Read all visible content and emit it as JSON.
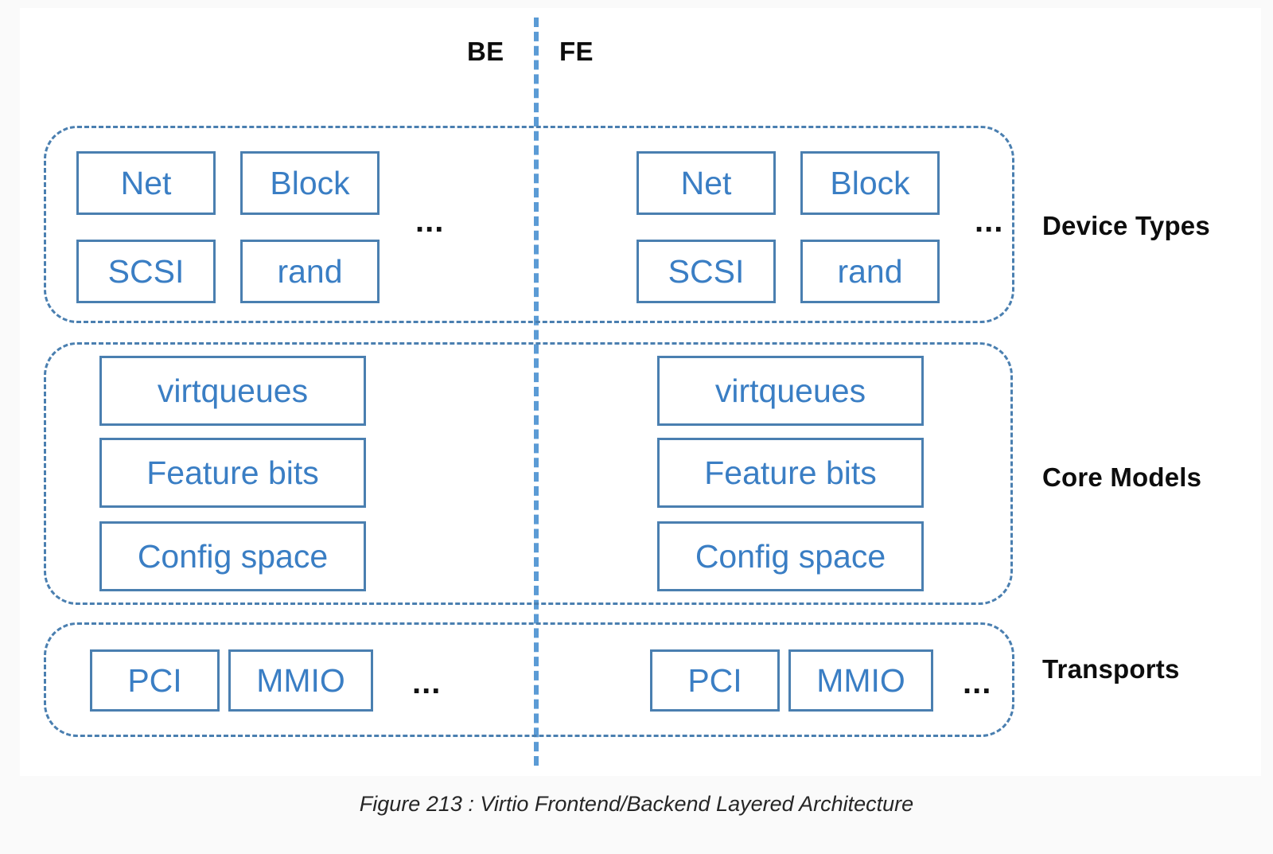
{
  "sides": {
    "backend_label": "BE",
    "frontend_label": "FE"
  },
  "layers": [
    {
      "id": "device-types",
      "title": "Device Types",
      "backend_boxes": [
        "Net",
        "Block",
        "SCSI",
        "rand"
      ],
      "frontend_boxes": [
        "Net",
        "Block",
        "SCSI",
        "rand"
      ],
      "ellipsis": "..."
    },
    {
      "id": "core-models",
      "title": "Core Models",
      "backend_boxes": [
        "virtqueues",
        "Feature bits",
        "Config space"
      ],
      "frontend_boxes": [
        "virtqueues",
        "Feature bits",
        "Config space"
      ],
      "ellipsis": ""
    },
    {
      "id": "transports",
      "title": "Transports",
      "backend_boxes": [
        "PCI",
        "MMIO"
      ],
      "frontend_boxes": [
        "PCI",
        "MMIO"
      ],
      "ellipsis": "..."
    }
  ],
  "caption": "Figure 213 : Virtio Frontend/Backend Layered Architecture",
  "colors": {
    "box_border": "#4a7fb0",
    "box_text": "#3a7ec4",
    "divider": "#5b9bd5",
    "title_text": "#0d0d0d",
    "page_background": "#ffffff",
    "canvas_background": "#fafafa"
  }
}
